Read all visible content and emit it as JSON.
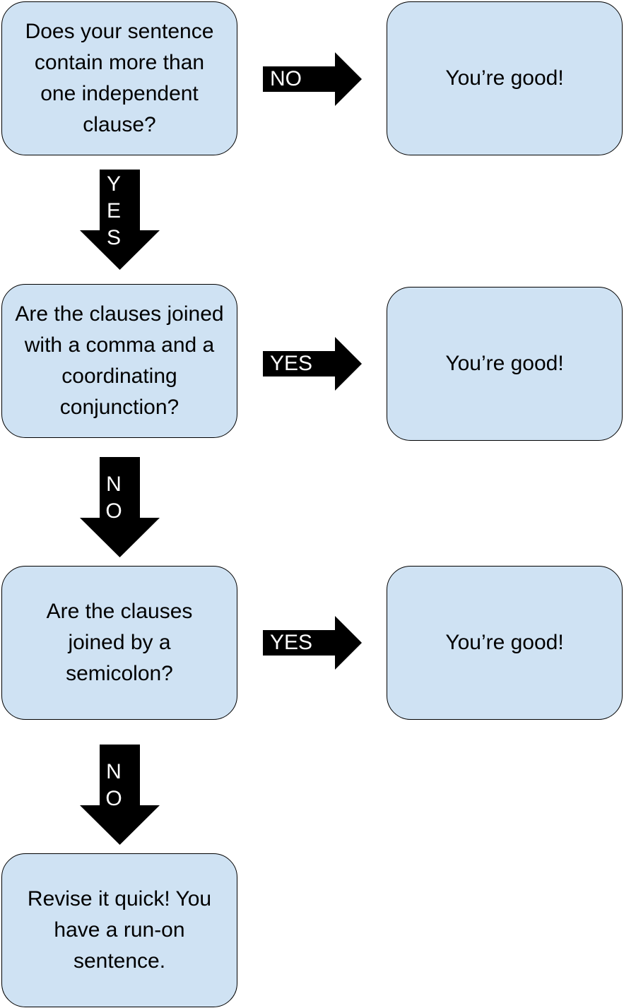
{
  "questions": [
    {
      "text": "Does your sentence contain more than one independent clause?"
    },
    {
      "text": "Are the clauses joined with a comma and a coordinating conjunction?"
    },
    {
      "text": "Are the clauses joined by a semicolon?"
    }
  ],
  "outcomes": [
    {
      "text": "You’re good!"
    },
    {
      "text": "You’re good!"
    },
    {
      "text": "You’re good!"
    }
  ],
  "final": {
    "text": "Revise it quick! You have a run-on sentence."
  },
  "right_arrows": [
    {
      "label": "NO"
    },
    {
      "label": "YES"
    },
    {
      "label": "YES"
    }
  ],
  "down_arrows": [
    {
      "letters": [
        "Y",
        "E",
        "S"
      ]
    },
    {
      "letters": [
        "N",
        "O"
      ]
    },
    {
      "letters": [
        "N",
        "O"
      ]
    }
  ],
  "colors": {
    "box_fill": "#cfe2f3",
    "box_border": "#000000",
    "arrow_fill": "#000000",
    "arrow_text": "#ffffff"
  }
}
